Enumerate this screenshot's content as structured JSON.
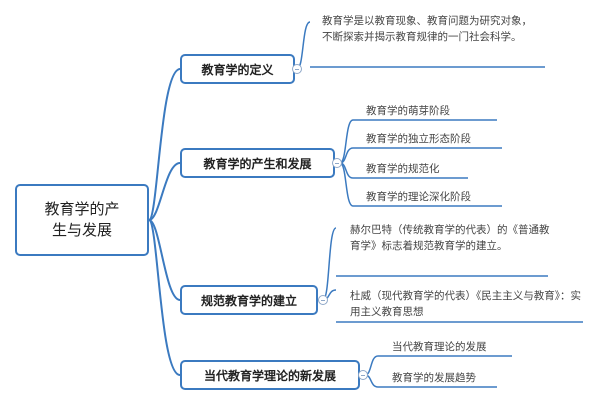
{
  "root": {
    "line1": "教育学的产",
    "line2": "生与发展"
  },
  "branches": [
    {
      "label": "教育学的定义",
      "notes": [
        "教育学是以教育现象、教育问题为研究对象，不断探索并揭示教育规律的一门社会科学。"
      ]
    },
    {
      "label": "教育学的产生和发展",
      "leaves": [
        "教育学的萌芽阶段",
        "教育学的独立形态阶段",
        "教育学的规范化",
        "教育学的理论深化阶段"
      ]
    },
    {
      "label": "规范教育学的建立",
      "notes": [
        "赫尔巴特（传统教育学的代表）的《普通教育学》标志着规范教育学的建立。",
        "杜威（现代教育学的代表）《民主主义与教育》：实用主义教育思想"
      ]
    },
    {
      "label": "当代教育学理论的新发展",
      "leaves": [
        "当代教育理论的发展",
        "教育学的发展趋势"
      ]
    }
  ]
}
